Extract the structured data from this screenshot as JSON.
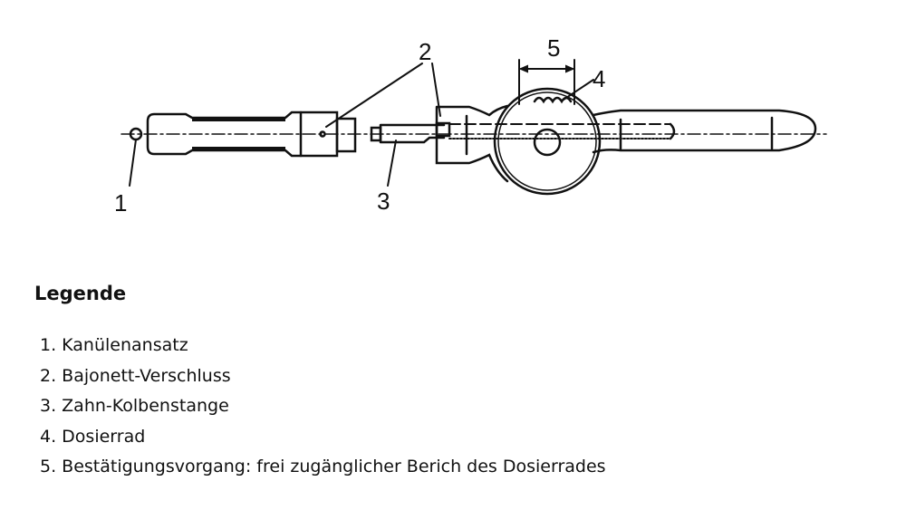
{
  "callouts": {
    "c1": "1",
    "c2": "2",
    "c3": "3",
    "c4": "4",
    "c5": "5"
  },
  "legend": {
    "title": "Legende",
    "items": [
      "1. Kanülenansatz",
      "2. Bajonett-Verschluss",
      "3. Zahn-Kolbenstange",
      "4. Dosierrad",
      "5. Bestätigungsvorgang: frei zugänglicher Berich des Dosierrades"
    ]
  }
}
